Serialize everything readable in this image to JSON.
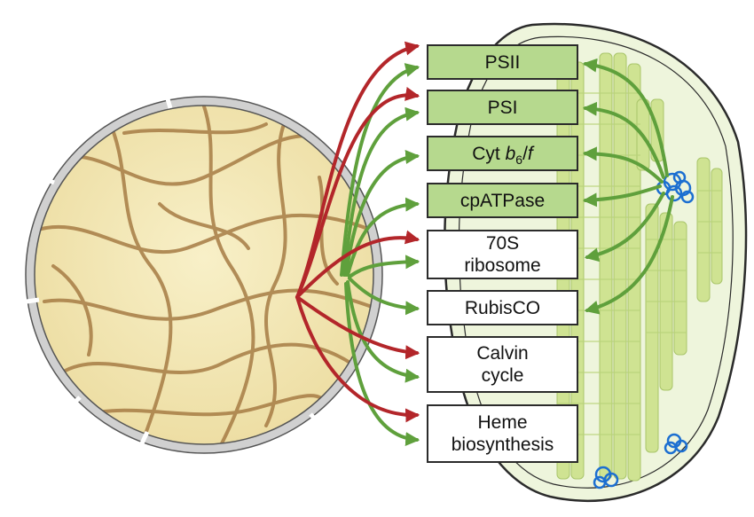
{
  "boxes": {
    "psii": {
      "text": "PSII"
    },
    "psi": {
      "text": "PSI"
    },
    "cyt": {
      "prefix": "Cyt ",
      "b": "b",
      "sub": "6",
      "suffix": "/",
      "f": "f"
    },
    "cpatpase": {
      "text": "cpATPase"
    },
    "ribosome": {
      "text": "70S\nribosome"
    },
    "rubisco": {
      "text": "RubisCO"
    },
    "calvin": {
      "text": "Calvin\ncycle"
    },
    "heme": {
      "text": "Heme\nbiosynthesis"
    }
  },
  "colors": {
    "nucleus_arrow": "#b3262a",
    "chloroplast_arrow": "#5fa03c",
    "box_green": "#b6d98e",
    "chloroplast_fill": "#eef5dc",
    "thylakoid": "#cfe392",
    "ribosome": "#1c6fd1",
    "nucleus_fill": "#f3e8b8",
    "chromatin": "#a67c45"
  },
  "icons": [
    "nucleus",
    "chromatin",
    "chloroplast",
    "thylakoid-stack",
    "ribosome",
    "arrow"
  ]
}
